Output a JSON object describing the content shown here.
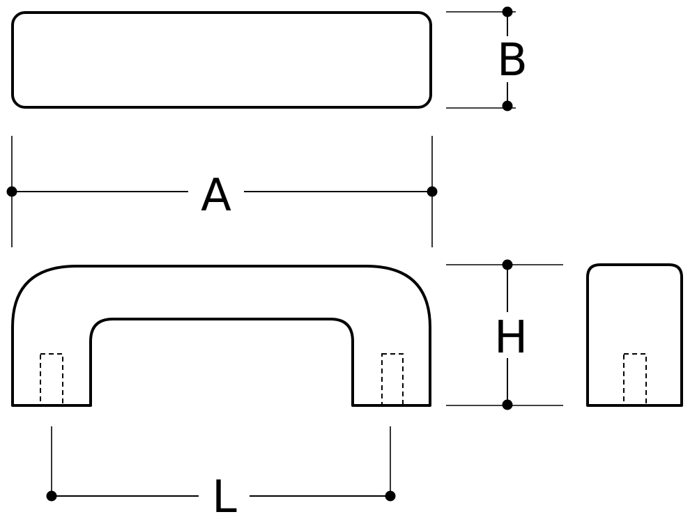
{
  "dimensions": {
    "A": "A",
    "B": "B",
    "H": "H",
    "L": "L"
  },
  "colors": {
    "line": "#000000",
    "background": "#ffffff"
  }
}
